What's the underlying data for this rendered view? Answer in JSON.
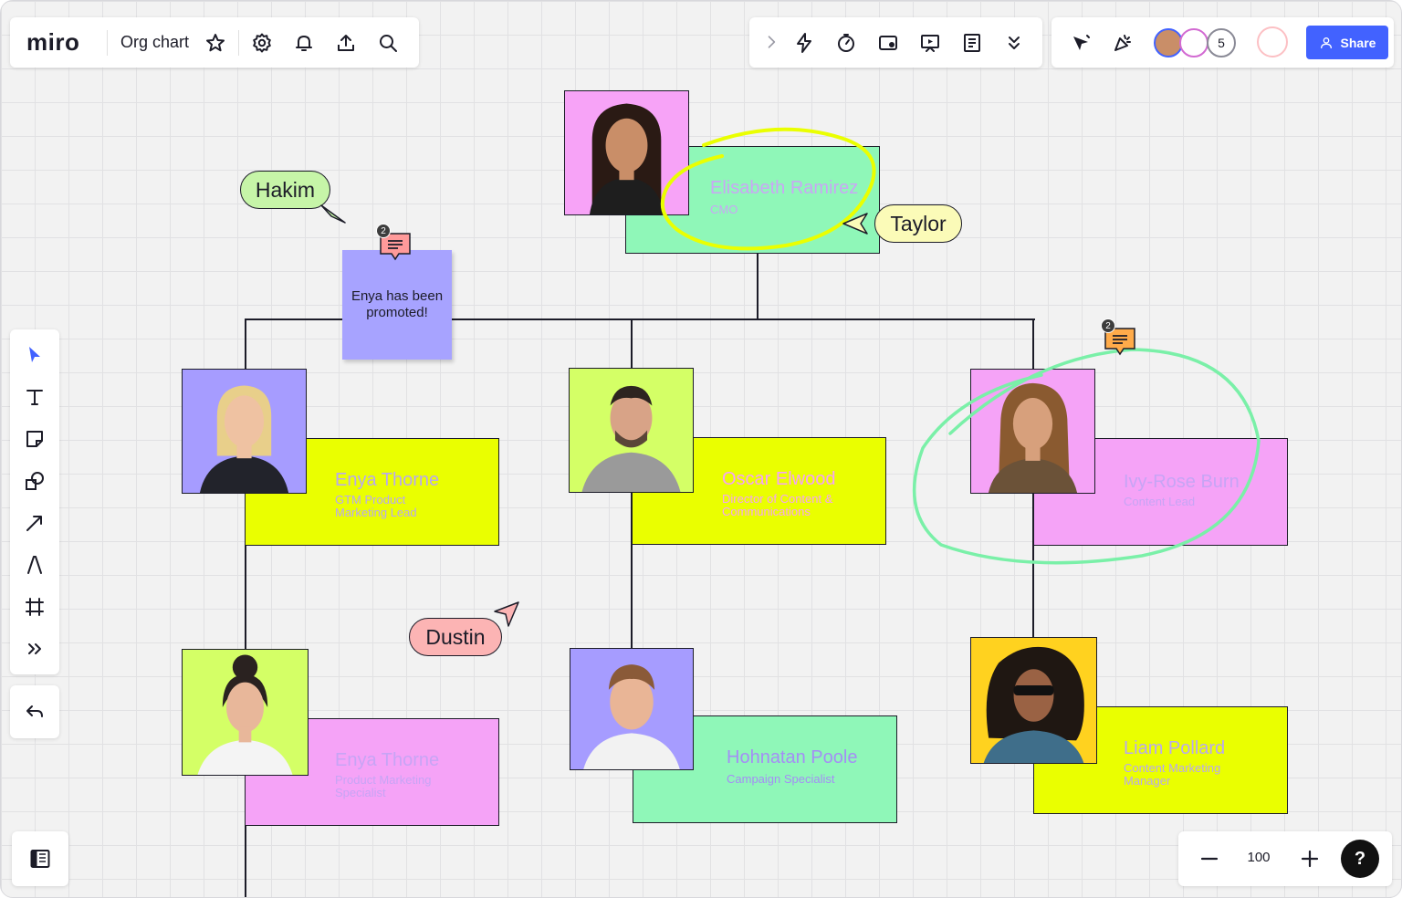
{
  "app": {
    "logo": "miro",
    "board_title": "Org chart"
  },
  "toolbar_right": {
    "share_label": "Share",
    "collaborator_count": "5"
  },
  "zoom": {
    "level": "100",
    "help": "?"
  },
  "sticky": {
    "text": "Enya has been promoted!"
  },
  "comments": [
    {
      "count": "2"
    },
    {
      "count": "2"
    }
  ],
  "cursors": [
    {
      "name": "Hakim",
      "color": "#c6f5a8"
    },
    {
      "name": "Taylor",
      "color": "#fbfbb8"
    },
    {
      "name": "Dustin",
      "color": "#fcb4b4"
    }
  ],
  "people": [
    {
      "name": "Elisabeth Ramirez",
      "role": "CMO",
      "card_color": "#8ff7b8",
      "photo_bg": "#f7a3f7"
    },
    {
      "name": "Enya Thorne",
      "role": "GTM Product Marketing Lead",
      "card_color": "#eaff00",
      "photo_bg": "#a69cff"
    },
    {
      "name": "Oscar Elwood",
      "role": "Director of Content & Communications",
      "card_color": "#eaff00",
      "photo_bg": "#d4ff66"
    },
    {
      "name": "Ivy-Rose Burn",
      "role": "Content Lead",
      "card_color": "#f5a3f7",
      "photo_bg": "#f5a3f7"
    },
    {
      "name": "Enya Thorne",
      "role": "Product Marketing Specialist",
      "card_color": "#f5a3f7",
      "photo_bg": "#d4ff66"
    },
    {
      "name": "Hohnatan Poole",
      "role": "Campaign Specialist",
      "card_color": "#8ff7b8",
      "photo_bg": "#a69cff"
    },
    {
      "name": "Liam Pollard",
      "role": "Content Marketing Manager",
      "card_color": "#eaff00",
      "photo_bg": "#ffd21f"
    }
  ],
  "colors": {
    "accent": "#4262ff",
    "text": "#1c1c28",
    "highlight_yellow": "#eaff00",
    "highlight_green": "#7af0a8"
  }
}
